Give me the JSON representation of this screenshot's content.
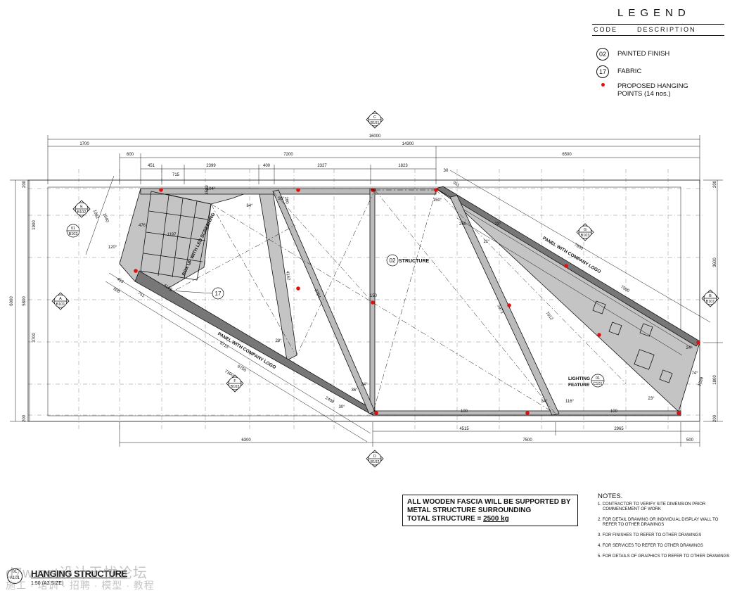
{
  "legend": {
    "title": "LEGEND",
    "col_code": "CODE",
    "col_desc": "DESCRIPTION",
    "items": [
      {
        "code": "02",
        "desc": "PAINTED FINISH"
      },
      {
        "code": "17",
        "desc": "FABRIC"
      },
      {
        "code": "",
        "desc": "PROPOSED HANGING POINTS (14 nos.)"
      }
    ]
  },
  "colors": {
    "hanging_point": "#e01010",
    "panel_fill": "#c4c4c4",
    "line": "#111111"
  },
  "dimensions": {
    "top": [
      "16000",
      "1700",
      "14300",
      "600",
      "7200",
      "6500",
      "451",
      "715",
      "2399",
      "400",
      "2327",
      "1823",
      "30",
      "911"
    ],
    "left": [
      "6000",
      "1900",
      "5800",
      "3700",
      "200",
      "200"
    ],
    "right": [
      "200",
      "3600",
      "1800",
      "200"
    ],
    "bottom": [
      "4515",
      "2965",
      "6300",
      "7500",
      "500"
    ],
    "diagonal": [
      "2408",
      "6750",
      "7300",
      "5715",
      "751",
      "606",
      "453",
      "1940",
      "1082",
      "7800",
      "7500",
      "7012",
      "5973",
      "4162",
      "4160",
      "3754",
      "1289",
      "1197",
      "476",
      "3599",
      "260",
      "280"
    ],
    "member_sizes": [
      "50",
      "150",
      "100",
      "100"
    ]
  },
  "angles": [
    "64°",
    "36°",
    "150°",
    "120°",
    "21°",
    "23°",
    "36°",
    "24°",
    "30°",
    "116°",
    "34°",
    "28°",
    "23°",
    "74°",
    "24°",
    "104°"
  ],
  "section_marks": [
    {
      "letter": "C",
      "ref": "B101"
    },
    {
      "letter": "D",
      "ref": "B102"
    },
    {
      "letter": "A",
      "ref": "B101"
    },
    {
      "letter": "B",
      "ref": "B101"
    },
    {
      "letter": "E",
      "ref": "B102"
    },
    {
      "letter": "G",
      "ref": "B103"
    },
    {
      "letter": "F",
      "ref": "B103"
    }
  ],
  "callouts": {
    "painted": "02",
    "structure": "STRUCTURE",
    "fabric": "17",
    "detail_01": "01",
    "detail_ref": "B102",
    "lighting_line1": "LIGHTING",
    "lighting_line2": "FEATURE",
    "lighting_code": "01",
    "lighting_ref": "C101"
  },
  "panel_labels": {
    "box_led": "BOX UP WITH LED SCREENING",
    "panel_logo_left": "PANEL WITH COMPANY LOGO",
    "panel_logo_right": "PANEL WITH COMPANY LOGO"
  },
  "notebox": {
    "line1": "ALL WOODEN FASCIA WILL BE SUPPORTED BY",
    "line2": "METAL STRUCTURE SURROUNDING",
    "line3_prefix": "TOTAL STRUCTURE = ",
    "line3_value": "2500 kg"
  },
  "notes": {
    "title": "NOTES.",
    "items": [
      "1. CONTRACTOR TO VERIFY SITE DIMENSION PRIOR COMMENCEMENT OF WORK",
      "2. FOR DETAIL DRAWING OR INDIVIDUAL DISPLAY WALL TO REFER TO OTHER DRAWINGS",
      "3. FOR FINISHES TO REFER TO OTHER DRAWINGS",
      "4. FOR SERVICES TO REFER TO OTHER DRAWINGS",
      "5. FOR DETAILS OF GRAPHICS TO REFER TO OTHER DRAWINGS"
    ]
  },
  "title_block": {
    "code": "01",
    "sheet": "A101",
    "title": "HANGING STRUCTURE",
    "scale": "1:50 (A3 SIZE)"
  },
  "watermark": {
    "line1": "d7w.net设计无忧论坛",
    "line2": "施工 · 培训 · 招聘 · 模型 · 教程"
  }
}
